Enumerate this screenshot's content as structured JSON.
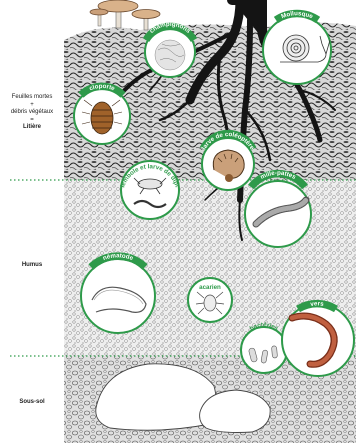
{
  "layers": [
    {
      "id": "litiere",
      "desc_line1": "Feuilles mortes",
      "desc_line2": "+",
      "desc_line3": "débris végétaux",
      "desc_line4": "=",
      "name": "Litière"
    },
    {
      "id": "humus",
      "name": "Humus"
    },
    {
      "id": "sous-sol",
      "name": "Sous-sol"
    }
  ],
  "organisms": [
    {
      "id": "champignons",
      "label": "champignons",
      "icon": "mushroom-spores-icon"
    },
    {
      "id": "mollusque",
      "label": "Mollusque",
      "icon": "snail-icon"
    },
    {
      "id": "cloporte",
      "label": "cloporte",
      "icon": "woodlouse-icon"
    },
    {
      "id": "collembole",
      "label": "collembole et larve de diptère",
      "icon": "springtail-icon"
    },
    {
      "id": "coleoptere",
      "label": "larve de coléoptère",
      "icon": "beetle-larva-icon"
    },
    {
      "id": "mille-pattes",
      "label": "mille-pattes",
      "icon": "millipede-icon"
    },
    {
      "id": "nematode",
      "label": "nématode",
      "icon": "nematode-icon"
    },
    {
      "id": "acarien",
      "label": "acarien",
      "icon": "mite-icon"
    },
    {
      "id": "bacteries",
      "label": "bactéries",
      "icon": "bacteria-icon"
    },
    {
      "id": "vers",
      "label": "vers",
      "icon": "earthworm-icon"
    }
  ],
  "colors": {
    "accent": "#2e9a4a",
    "soil_dark": "#3a3a3a",
    "soil_light": "#9a9a9a",
    "background": "#ffffff"
  }
}
